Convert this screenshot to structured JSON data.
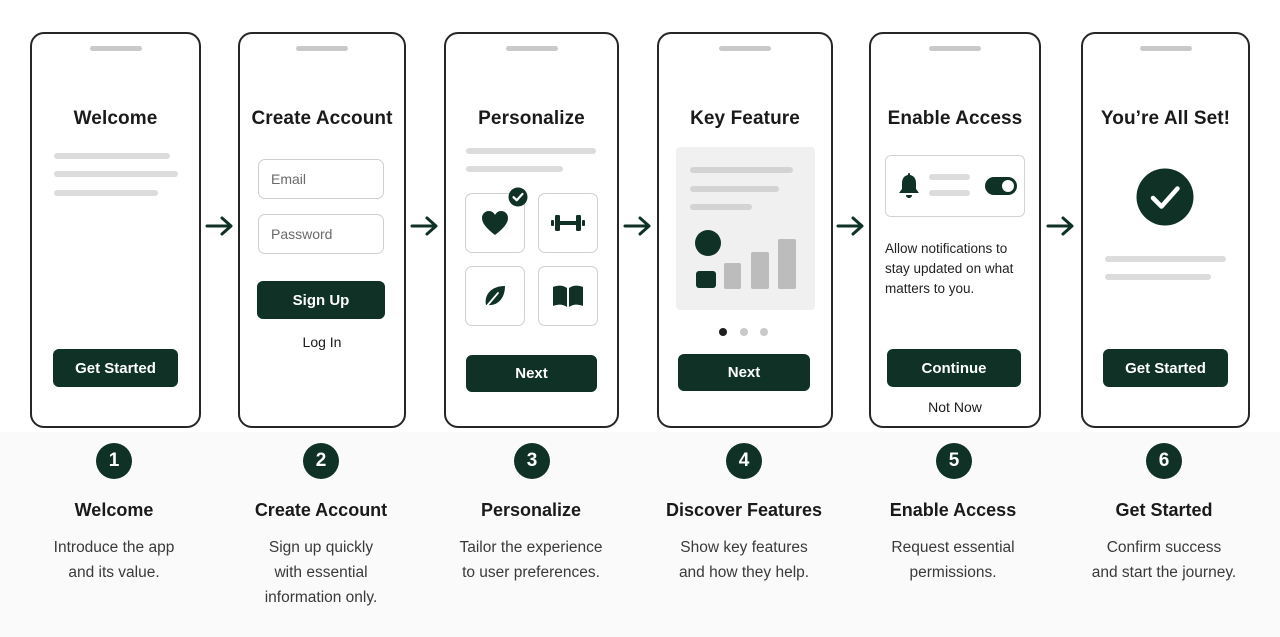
{
  "screens": [
    {
      "title": "Welcome",
      "button": "Get Started"
    },
    {
      "title": "Create Account",
      "email_placeholder": "Email",
      "password_placeholder": "Password",
      "button": "Sign Up",
      "secondary": "Log In"
    },
    {
      "title": "Personalize",
      "button": "Next"
    },
    {
      "title": "Key Feature",
      "button": "Next"
    },
    {
      "title": "Enable Access",
      "message": "Allow notifications to stay updated on what matters to you.",
      "button": "Continue",
      "secondary": "Not Now"
    },
    {
      "title": "You’re All Set!",
      "button": "Get Started"
    }
  ],
  "steps": [
    {
      "number": "1",
      "title": "Welcome",
      "line1": "Introduce the app",
      "line2": "and its value.",
      "line3": ""
    },
    {
      "number": "2",
      "title": "Create Account",
      "line1": "Sign up quickly",
      "line2": "with essential",
      "line3": "information only."
    },
    {
      "number": "3",
      "title": "Personalize",
      "line1": "Tailor the experience",
      "line2": "to user preferences.",
      "line3": ""
    },
    {
      "number": "4",
      "title": "Discover Features",
      "line1": "Show key features",
      "line2": "and how they help.",
      "line3": ""
    },
    {
      "number": "5",
      "title": "Enable Access",
      "line1": "Request essential",
      "line2": "permissions.",
      "line3": ""
    },
    {
      "number": "6",
      "title": "Get Started",
      "line1": "Confirm success",
      "line2": "and start the journey.",
      "line3": ""
    }
  ],
  "colors": {
    "accent": "#0f3126",
    "placeholder": "#dcdcdc",
    "outline": "#262626"
  },
  "icons": [
    "arrow-right-icon",
    "heart-icon",
    "check-badge-icon",
    "dumbbell-icon",
    "leaf-icon",
    "book-icon",
    "bell-icon",
    "toggle-on-icon",
    "checkmark-circle-icon"
  ],
  "carousel": {
    "total_dots": 3,
    "active_dot": 1
  }
}
